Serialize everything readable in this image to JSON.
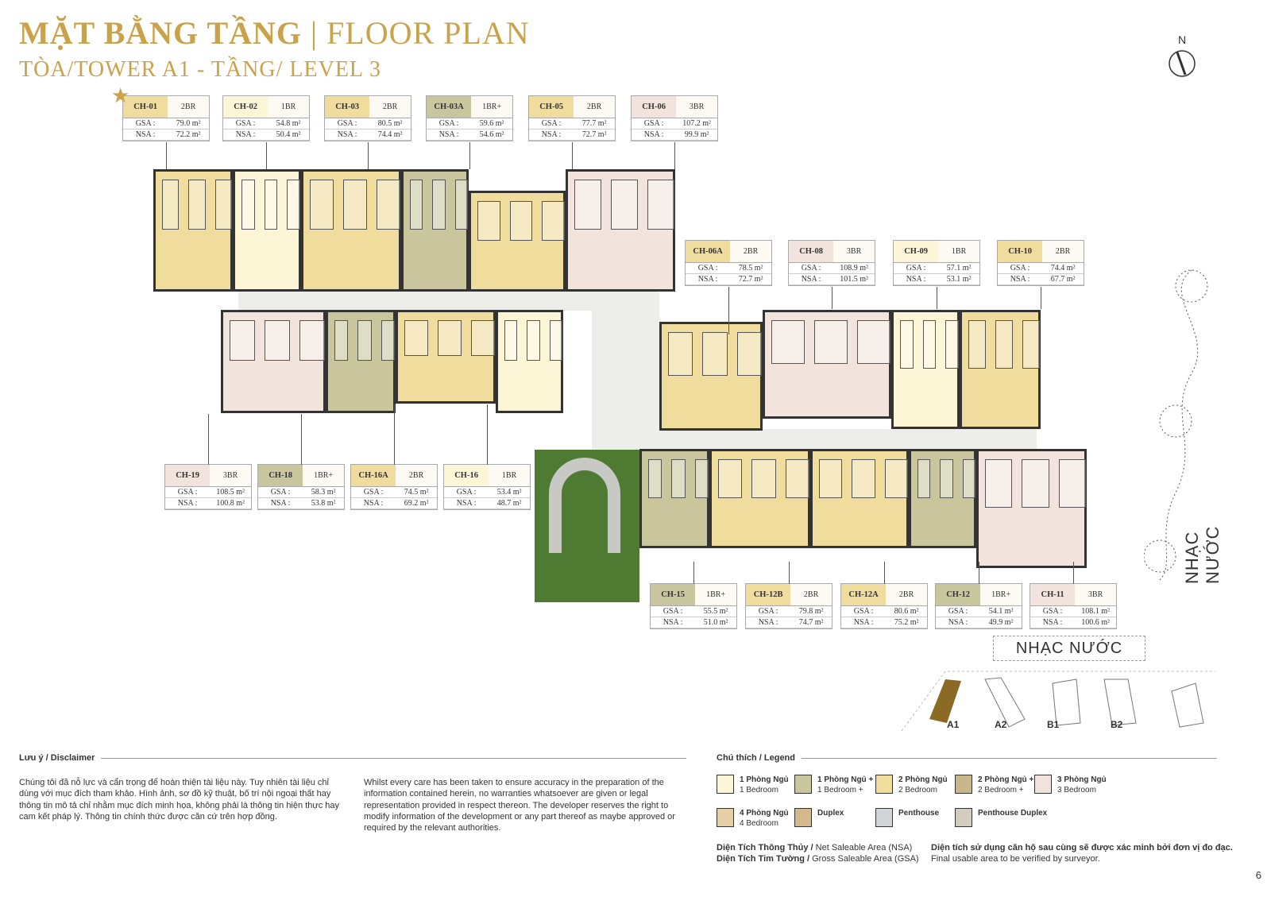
{
  "header": {
    "title_vi": "MẶT BẰNG TẦNG",
    "separator": "|",
    "title_en": "FLOOR PLAN",
    "subtitle": "TÒA/TOWER A1 - TẦNG/ LEVEL 3",
    "north": "N"
  },
  "colors": {
    "gold": "#c9a24a",
    "1BR": "#fdf6d6",
    "1BR+": "#c9c69e",
    "2BR": "#f0dc9d",
    "2BR+": "#c9b68a",
    "3BR": "#f2e4dc"
  },
  "labels": {
    "gsa": "GSA :",
    "nsa": "NSA :"
  },
  "units": [
    {
      "code": "CH-01",
      "type": "2BR",
      "gsa": "79.0 m²",
      "nsa": "72.2 m²"
    },
    {
      "code": "CH-02",
      "type": "1BR",
      "gsa": "54.8 m²",
      "nsa": "50.4 m²"
    },
    {
      "code": "CH-03",
      "type": "2BR",
      "gsa": "80.5 m²",
      "nsa": "74.4 m²"
    },
    {
      "code": "CH-03A",
      "type": "1BR+",
      "gsa": "59.6 m²",
      "nsa": "54.6 m²"
    },
    {
      "code": "CH-05",
      "type": "2BR",
      "gsa": "77.7 m²",
      "nsa": "72.7 m²"
    },
    {
      "code": "CH-06",
      "type": "3BR",
      "gsa": "107.2 m²",
      "nsa": "99.9 m²"
    },
    {
      "code": "CH-06A",
      "type": "2BR",
      "gsa": "78.5 m²",
      "nsa": "72.7 m²"
    },
    {
      "code": "CH-08",
      "type": "3BR",
      "gsa": "108.9 m²",
      "nsa": "101.5 m²"
    },
    {
      "code": "CH-09",
      "type": "1BR",
      "gsa": "57.1 m²",
      "nsa": "53.1 m²"
    },
    {
      "code": "CH-10",
      "type": "2BR",
      "gsa": "74.4 m²",
      "nsa": "67.7 m²"
    },
    {
      "code": "CH-19",
      "type": "3BR",
      "gsa": "108.5 m²",
      "nsa": "100.8 m²"
    },
    {
      "code": "CH-18",
      "type": "1BR+",
      "gsa": "58.3 m²",
      "nsa": "53.8 m²"
    },
    {
      "code": "CH-16A",
      "type": "2BR",
      "gsa": "74.5 m²",
      "nsa": "69.2 m²"
    },
    {
      "code": "CH-16",
      "type": "1BR",
      "gsa": "53.4 m²",
      "nsa": "48.7 m²"
    },
    {
      "code": "CH-15",
      "type": "1BR+",
      "gsa": "55.5 m²",
      "nsa": "51.0 m²"
    },
    {
      "code": "CH-12B",
      "type": "2BR",
      "gsa": "79.8 m²",
      "nsa": "74.7 m²"
    },
    {
      "code": "CH-12A",
      "type": "2BR",
      "gsa": "80.6 m²",
      "nsa": "75.2 m²"
    },
    {
      "code": "CH-12",
      "type": "1BR+",
      "gsa": "54.1 m²",
      "nsa": "49.9 m²"
    },
    {
      "code": "CH-11",
      "type": "3BR",
      "gsa": "108.1 m²",
      "nsa": "100.6 m²"
    }
  ],
  "nhac_nuoc": "NHẠC NƯỚC",
  "site": {
    "towers": [
      "A1",
      "A2",
      "B1",
      "B2"
    ]
  },
  "disclaimer": {
    "heading": "Lưu ý / Disclaimer",
    "vi": "Chúng tôi đã nỗ lực và cẩn trọng để hoàn thiện tài liệu này. Tuy nhiên tài liệu chỉ dùng với mục đích tham khảo. Hình ảnh, sơ đồ kỹ thuật, bố trí nội ngoại thất hay thông tin mô tả chỉ nhằm mục đích minh họa, không phải là thông tin hiện thực hay cam kết pháp lý. Thông tin chính thức được căn cứ trên hợp đồng.",
    "en": "Whilst every care has been taken to ensure accuracy in the preparation of the information contained herein, no warranties whatsoever are given or legal representation provided in respect thereon. The developer reserves the right to modify information of the development or any part thereof as maybe approved or required by the relevant authorities."
  },
  "legend": {
    "heading": "Chú thích / Legend",
    "items": [
      {
        "vi": "1 Phòng Ngủ",
        "en": "1 Bedroom",
        "color": "#fdf6d6"
      },
      {
        "vi": "1 Phòng Ngủ +",
        "en": "1 Bedroom +",
        "color": "#c9c69e"
      },
      {
        "vi": "2 Phòng Ngủ",
        "en": "2 Bedroom",
        "color": "#f0dc9d"
      },
      {
        "vi": "2 Phòng Ngủ +",
        "en": "2 Bedroom +",
        "color": "#c9b68a"
      },
      {
        "vi": "3 Phòng Ngủ",
        "en": "3 Bedroom",
        "color": "#f2e4dc"
      },
      {
        "vi": "4 Phòng Ngủ",
        "en": "4 Bedroom",
        "color": "#e6cfa6"
      },
      {
        "vi": "Duplex",
        "en": "",
        "color": "#d6b88e"
      },
      {
        "vi": "Penthouse",
        "en": "",
        "color": "#d2d6da"
      },
      {
        "vi": "Penthouse Duplex",
        "en": "",
        "color": "#d3cdc0"
      }
    ]
  },
  "footer": {
    "nsa_vi": "Diện Tích Thông Thủy /",
    "nsa_en": " Net Saleable Area (NSA)",
    "gsa_vi": "Diện Tích Tim Tường /",
    "gsa_en": " Gross Saleable Area (GSA)",
    "note_vi": "Diện tích sử dụng căn hộ sau cùng sẽ được xác minh bởi đơn vị đo đạc.",
    "note_en": "Final usable area to be verified by surveyor."
  },
  "page_number": "6"
}
